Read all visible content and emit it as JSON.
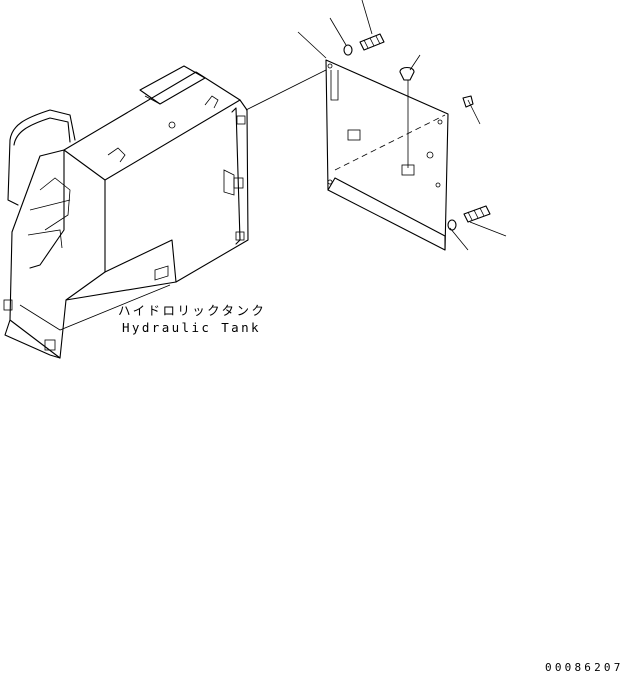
{
  "labels": {
    "tank_jp": "ハイドロリックタンク",
    "tank_en": "Hydraulic Tank"
  },
  "drawing_number": "00086207"
}
